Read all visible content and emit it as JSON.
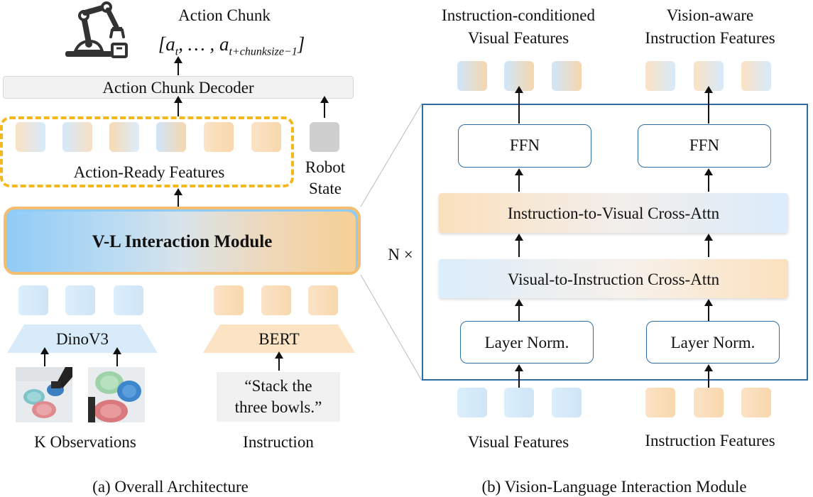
{
  "left": {
    "action_chunk_title": "Action Chunk",
    "action_chunk_formula_base": "[a",
    "action_chunk_sub1": "t",
    "action_chunk_mid": ", … , a",
    "action_chunk_sub2": "t+chunksize−1",
    "action_chunk_close": "]",
    "decoder_label": "Action Chunk Decoder",
    "action_ready_label": "Action-Ready Features",
    "robot_state_line1": "Robot",
    "robot_state_line2": "State",
    "vl_module_label": "V-L Interaction Module",
    "dino_label": "DinoV3",
    "bert_label": "BERT",
    "instruction_text_line1": "“Stack the",
    "instruction_text_line2": "three bowls.”",
    "observations_label": "K Observations",
    "instruction_label": "Instruction",
    "caption": "(a) Overall Architecture"
  },
  "right": {
    "out_visual_line1": "Instruction-conditioned",
    "out_visual_line2": "Visual Features",
    "out_instr_line1": "Vision-aware",
    "out_instr_line2": "Instruction Features",
    "ffn_left": "FFN",
    "ffn_right": "FFN",
    "i2v_label": "Instruction-to-Visual Cross-Attn",
    "v2i_label": "Visual-to-Instruction Cross-Attn",
    "norm_left": "Layer Norm.",
    "norm_right": "Layer Norm.",
    "repeat_label": "N ×",
    "visual_features_label": "Visual Features",
    "instruction_features_label": "Instruction Features",
    "caption": "(b) Vision-Language Interaction Module"
  },
  "colors": {
    "accent_blue": "#2e6da4",
    "dash_yellow": "#f5b81c",
    "module_border": "#f2b86a",
    "visual_token": "#d4e9fb",
    "instruction_token": "#f9dcb5",
    "robot_state": "#cfcfcf"
  }
}
